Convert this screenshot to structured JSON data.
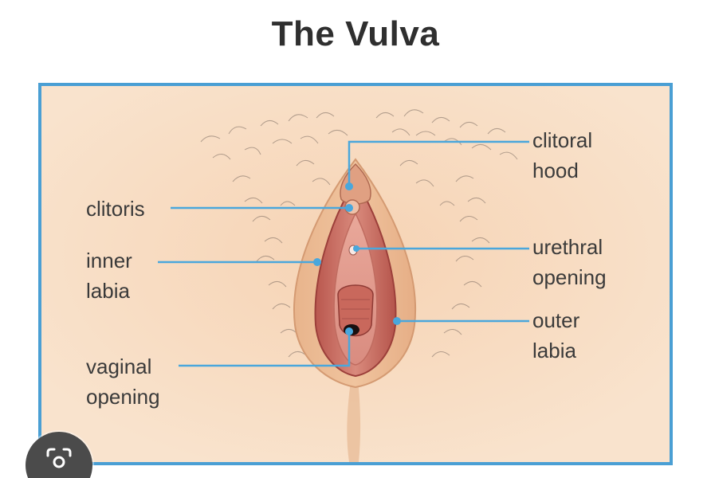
{
  "title": "The Vulva",
  "labels": {
    "clitoral_hood": [
      "clitoral",
      "hood"
    ],
    "clitoris": [
      "clitoris"
    ],
    "inner_labia": [
      "inner",
      "labia"
    ],
    "urethral_opening": [
      "urethral",
      "opening"
    ],
    "outer_labia": [
      "outer",
      "labia"
    ],
    "vaginal_opening": [
      "vaginal",
      "opening"
    ]
  },
  "colors": {
    "frame_border": "#4a9fd4",
    "leader_line": "#4aa7dc",
    "skin": "#f8e0c8",
    "title": "#2f2f2f",
    "label_text": "#3a3a3a"
  },
  "icons": {
    "lens": "google-lens-icon"
  }
}
